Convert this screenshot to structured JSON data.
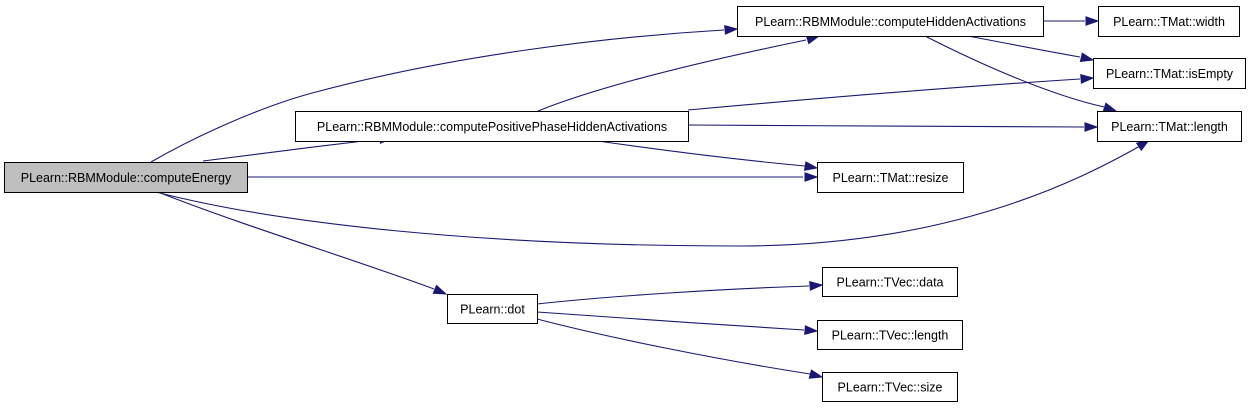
{
  "graph": {
    "nodes": [
      {
        "id": "computeEnergy",
        "label": "PLearn::RBMModule::computeEnergy",
        "root": true
      },
      {
        "id": "computeHiddenActivations",
        "label": "PLearn::RBMModule::computeHiddenActivations"
      },
      {
        "id": "computePositivePhaseHiddenActivations",
        "label": "PLearn::RBMModule::computePositivePhaseHiddenActivations"
      },
      {
        "id": "dot",
        "label": "PLearn::dot"
      },
      {
        "id": "tmat_width",
        "label": "PLearn::TMat::width"
      },
      {
        "id": "tmat_isEmpty",
        "label": "PLearn::TMat::isEmpty"
      },
      {
        "id": "tmat_length",
        "label": "PLearn::TMat::length"
      },
      {
        "id": "tmat_resize",
        "label": "PLearn::TMat::resize"
      },
      {
        "id": "tvec_data",
        "label": "PLearn::TVec::data"
      },
      {
        "id": "tvec_length",
        "label": "PLearn::TVec::length"
      },
      {
        "id": "tvec_size",
        "label": "PLearn::TVec::size"
      }
    ],
    "edges": [
      {
        "from": "computeEnergy",
        "to": "computeHiddenActivations"
      },
      {
        "from": "computeEnergy",
        "to": "computePositivePhaseHiddenActivations"
      },
      {
        "from": "computeEnergy",
        "to": "tmat_resize"
      },
      {
        "from": "computeEnergy",
        "to": "tmat_length"
      },
      {
        "from": "computeEnergy",
        "to": "dot"
      },
      {
        "from": "computeHiddenActivations",
        "to": "tmat_width"
      },
      {
        "from": "computeHiddenActivations",
        "to": "tmat_isEmpty"
      },
      {
        "from": "computeHiddenActivations",
        "to": "tmat_length"
      },
      {
        "from": "computePositivePhaseHiddenActivations",
        "to": "computeHiddenActivations"
      },
      {
        "from": "computePositivePhaseHiddenActivations",
        "to": "tmat_isEmpty"
      },
      {
        "from": "computePositivePhaseHiddenActivations",
        "to": "tmat_length"
      },
      {
        "from": "computePositivePhaseHiddenActivations",
        "to": "tmat_resize"
      },
      {
        "from": "dot",
        "to": "tvec_data"
      },
      {
        "from": "dot",
        "to": "tvec_length"
      },
      {
        "from": "dot",
        "to": "tvec_size"
      }
    ]
  },
  "colors": {
    "root_fill": "#bfbfbf",
    "node_fill": "#ffffff",
    "edge": "#191970",
    "border": "#000000"
  }
}
